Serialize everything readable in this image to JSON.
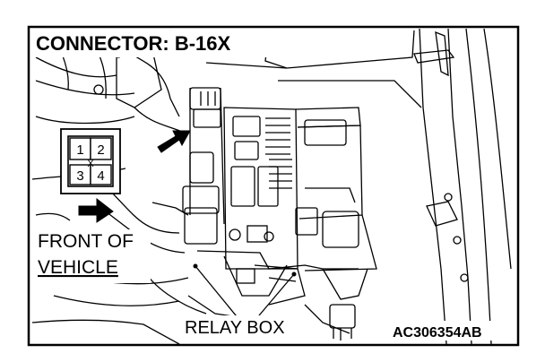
{
  "title": "CONNECTOR: B-16X",
  "connector_pins": [
    "1",
    "2",
    "3",
    "4"
  ],
  "connector_center_mark": "X",
  "front_label_line1": "FRONT OF",
  "front_label_line2": "VEHICLE",
  "relay_box_label": "RELAY BOX",
  "figure_code": "AC306354AB"
}
